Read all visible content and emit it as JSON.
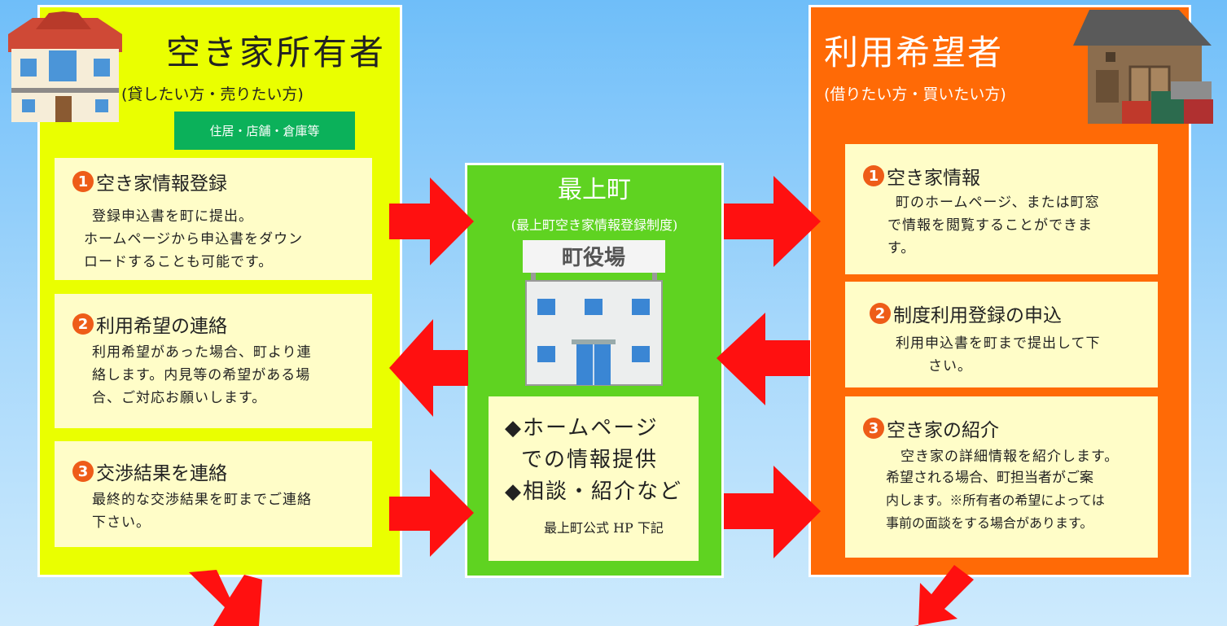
{
  "left_panel": {
    "title": "空き家所有者",
    "subtitle": "(貸したい方・売りたい方)",
    "tag": "住居・店舗・倉庫等",
    "cards": [
      {
        "number": "1",
        "heading": "空き家情報登録",
        "lines": [
          "登録申込書を町に提出。",
          "ホームページから申込書をダウン",
          "ロードすることも可能です。"
        ]
      },
      {
        "number": "2",
        "heading": "利用希望の連絡",
        "lines": [
          "利用希望があった場合、町より連",
          "絡します。内見等の希望がある場",
          "合、ご対応お願いします。"
        ]
      },
      {
        "number": "3",
        "heading": "交渉結果を連絡",
        "lines": [
          "最終的な交渉結果を町までご連絡",
          "下さい。"
        ]
      }
    ]
  },
  "center_panel": {
    "title": "最上町",
    "subtitle": "(最上町空き家情報登録制度)",
    "building_sign": "町役場",
    "info_lines": [
      "◆ホームページ",
      "での情報提供",
      "◆相談・紹介など"
    ],
    "info_note": "最上町公式 HP 下記"
  },
  "right_panel": {
    "title": "利用希望者",
    "subtitle": "(借りたい方・買いたい方)",
    "cards": [
      {
        "number": "1",
        "heading": "空き家情報",
        "lines": [
          "町のホームページ、または町窓",
          "で情報を閲覧することができま",
          "す。"
        ]
      },
      {
        "number": "2",
        "heading": "制度利用登録の申込",
        "lines": [
          "利用申込書を町まで提出して下",
          "さい。"
        ]
      },
      {
        "number": "3",
        "heading": "空き家の紹介",
        "lines": [
          "空き家の詳細情報を紹介します。",
          "希望される場合、町担当者がご案",
          "内します。※所有者の希望によっては",
          "事前の面談をする場合があります。"
        ]
      }
    ]
  },
  "colors": {
    "background": "#8fcdfa",
    "left_panel": "#eaff00",
    "center_panel": "#5fd321",
    "right_panel": "#ff6a06",
    "card": "#fffdc8",
    "tag": "#0bb15a",
    "arrow": "#ff1010",
    "number_badge": "#ee5c18"
  },
  "icons": [
    "house-illustration",
    "warehouse-illustration",
    "town-hall-illustration",
    "arrow-right",
    "arrow-left",
    "arrow-down",
    "arrow-down-left"
  ]
}
